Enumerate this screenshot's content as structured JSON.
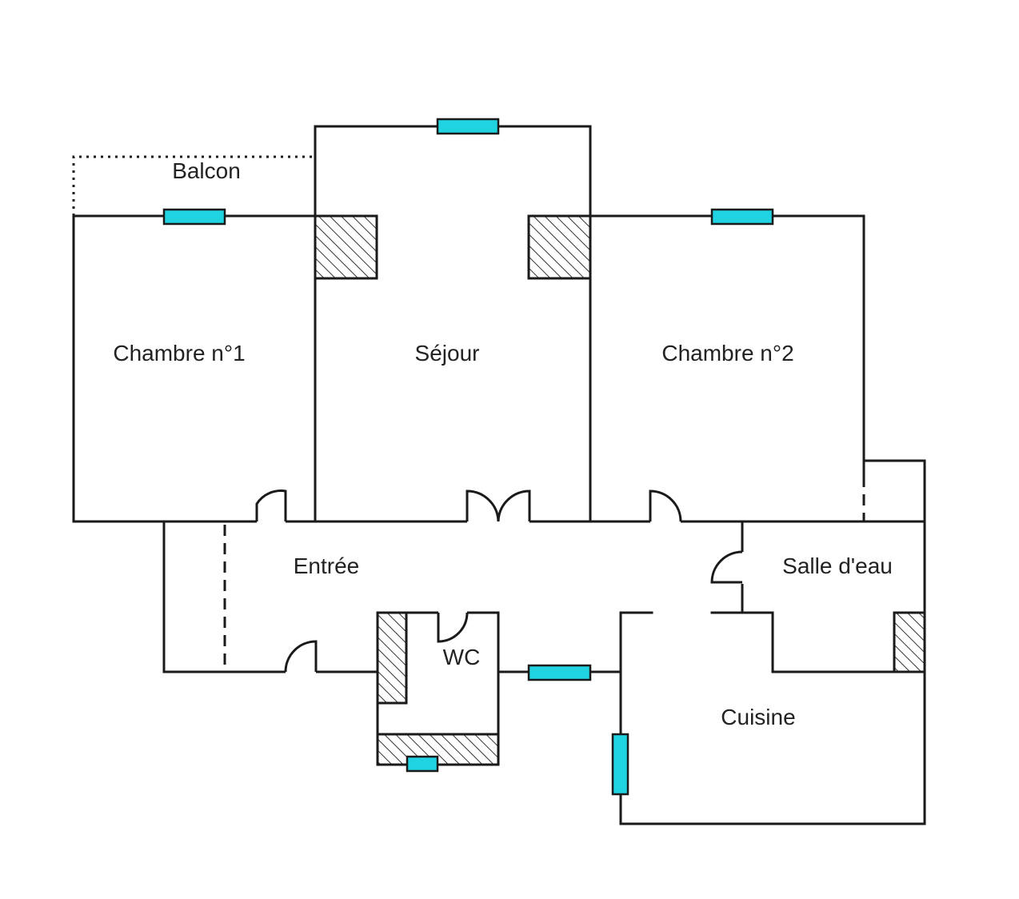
{
  "rooms": {
    "balcon": "Balcon",
    "chambre1": "Chambre n°1",
    "sejour": "Séjour",
    "chambre2": "Chambre n°2",
    "entree": "Entrée",
    "salle_eau": "Salle d'eau",
    "wc": "WC",
    "cuisine": "Cuisine"
  },
  "colors": {
    "window_fill": "#1fd3e0",
    "wall": "#1a1a1a",
    "label_text": "#222222"
  }
}
